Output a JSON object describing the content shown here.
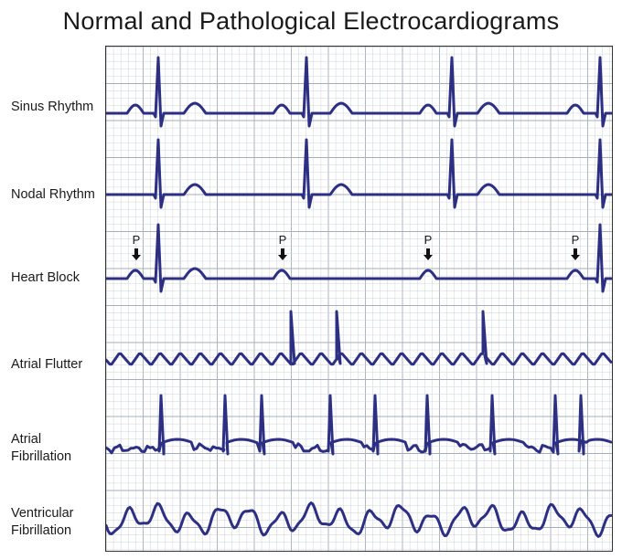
{
  "title": "Normal and Pathological Electrocardiograms",
  "colors": {
    "trace": "#2c2f82",
    "grid_minor": "#cdd3dc",
    "grid_major": "#a6aebb",
    "border": "#333333"
  },
  "rows": [
    {
      "id": "sinus",
      "label": "Sinus Rhythm"
    },
    {
      "id": "nodal",
      "label": "Nodal Rhythm"
    },
    {
      "id": "block",
      "label": "Heart Block",
      "marker": "P"
    },
    {
      "id": "flutter",
      "label": "Atrial Flutter"
    },
    {
      "id": "afib",
      "label": "Atrial Fibrillation"
    },
    {
      "id": "vfib",
      "label": "Ventricular Fibrillation"
    }
  ]
}
